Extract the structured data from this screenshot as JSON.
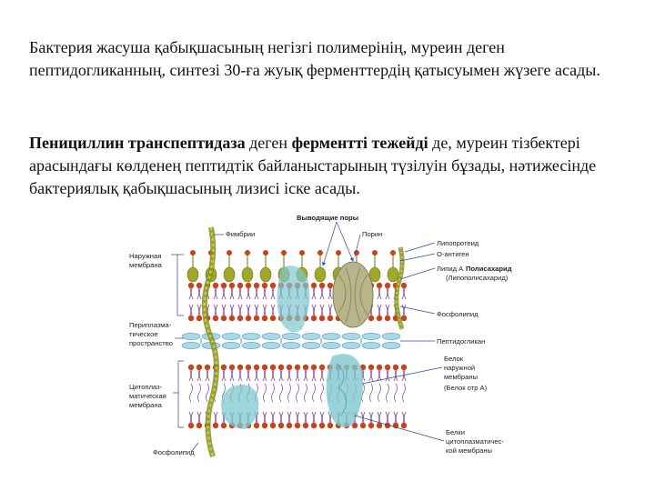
{
  "text": {
    "p1": "Бактерия жасуша қабықшасының негізгі полимерінің, муреин деген пептидогликанның, синтезі  30-ға жуық ферменттердің қатысуымен жүзеге асады.",
    "p2_bold1": "Пенициллин  транспептидаза",
    "p2_mid1": " деген ",
    "p2_bold2": "ферментті тежейді",
    "p2_rest": " де, муреин тізбектері арасындағы көлденең пептидтік байланыстарының түзілуін бұзады, нәтижесінде бактериялық қабықшасының лизисі іске асады."
  },
  "diagram": {
    "labels": {
      "pores": "Выводящие поры",
      "fimbria": "Фимбрии",
      "porin": "Порин",
      "lipoprotein": "Липопротеид",
      "o_antigen": "О-антиген",
      "lipid_a": "Липид А",
      "polysaccharide": "Полисахарид",
      "lipopolysaccharide": "(Липополисахарид)",
      "outer_membrane": "Наружная мембрана",
      "phospholipid_right": "Фосфолипид",
      "periplasmic_space": "Периплазма-тическое пространство",
      "peptidoglycan": "Пептидогликан",
      "outer_membrane_protein": "Белок наружной мембраны",
      "protein_a": "(Белок отр А)",
      "cytoplasmic_membrane": "Цитоплаз-матическая мембрана",
      "cytoplasmic_proteins": "Белки цитоплазматичес-кой мембраны",
      "phospholipid_bottom": "Фосфолипид"
    },
    "colors": {
      "lipid_head": "#c8421a",
      "lipid_tail": "#8a5aa8",
      "sugar": "#9fa82a",
      "porin_protein": "#b9b58a",
      "membrane_protein": "#7ec8cf",
      "peptidoglycan": "#a8d8ea",
      "fimbria": "#a3ad2c",
      "arrow": "#2a4da8"
    }
  }
}
